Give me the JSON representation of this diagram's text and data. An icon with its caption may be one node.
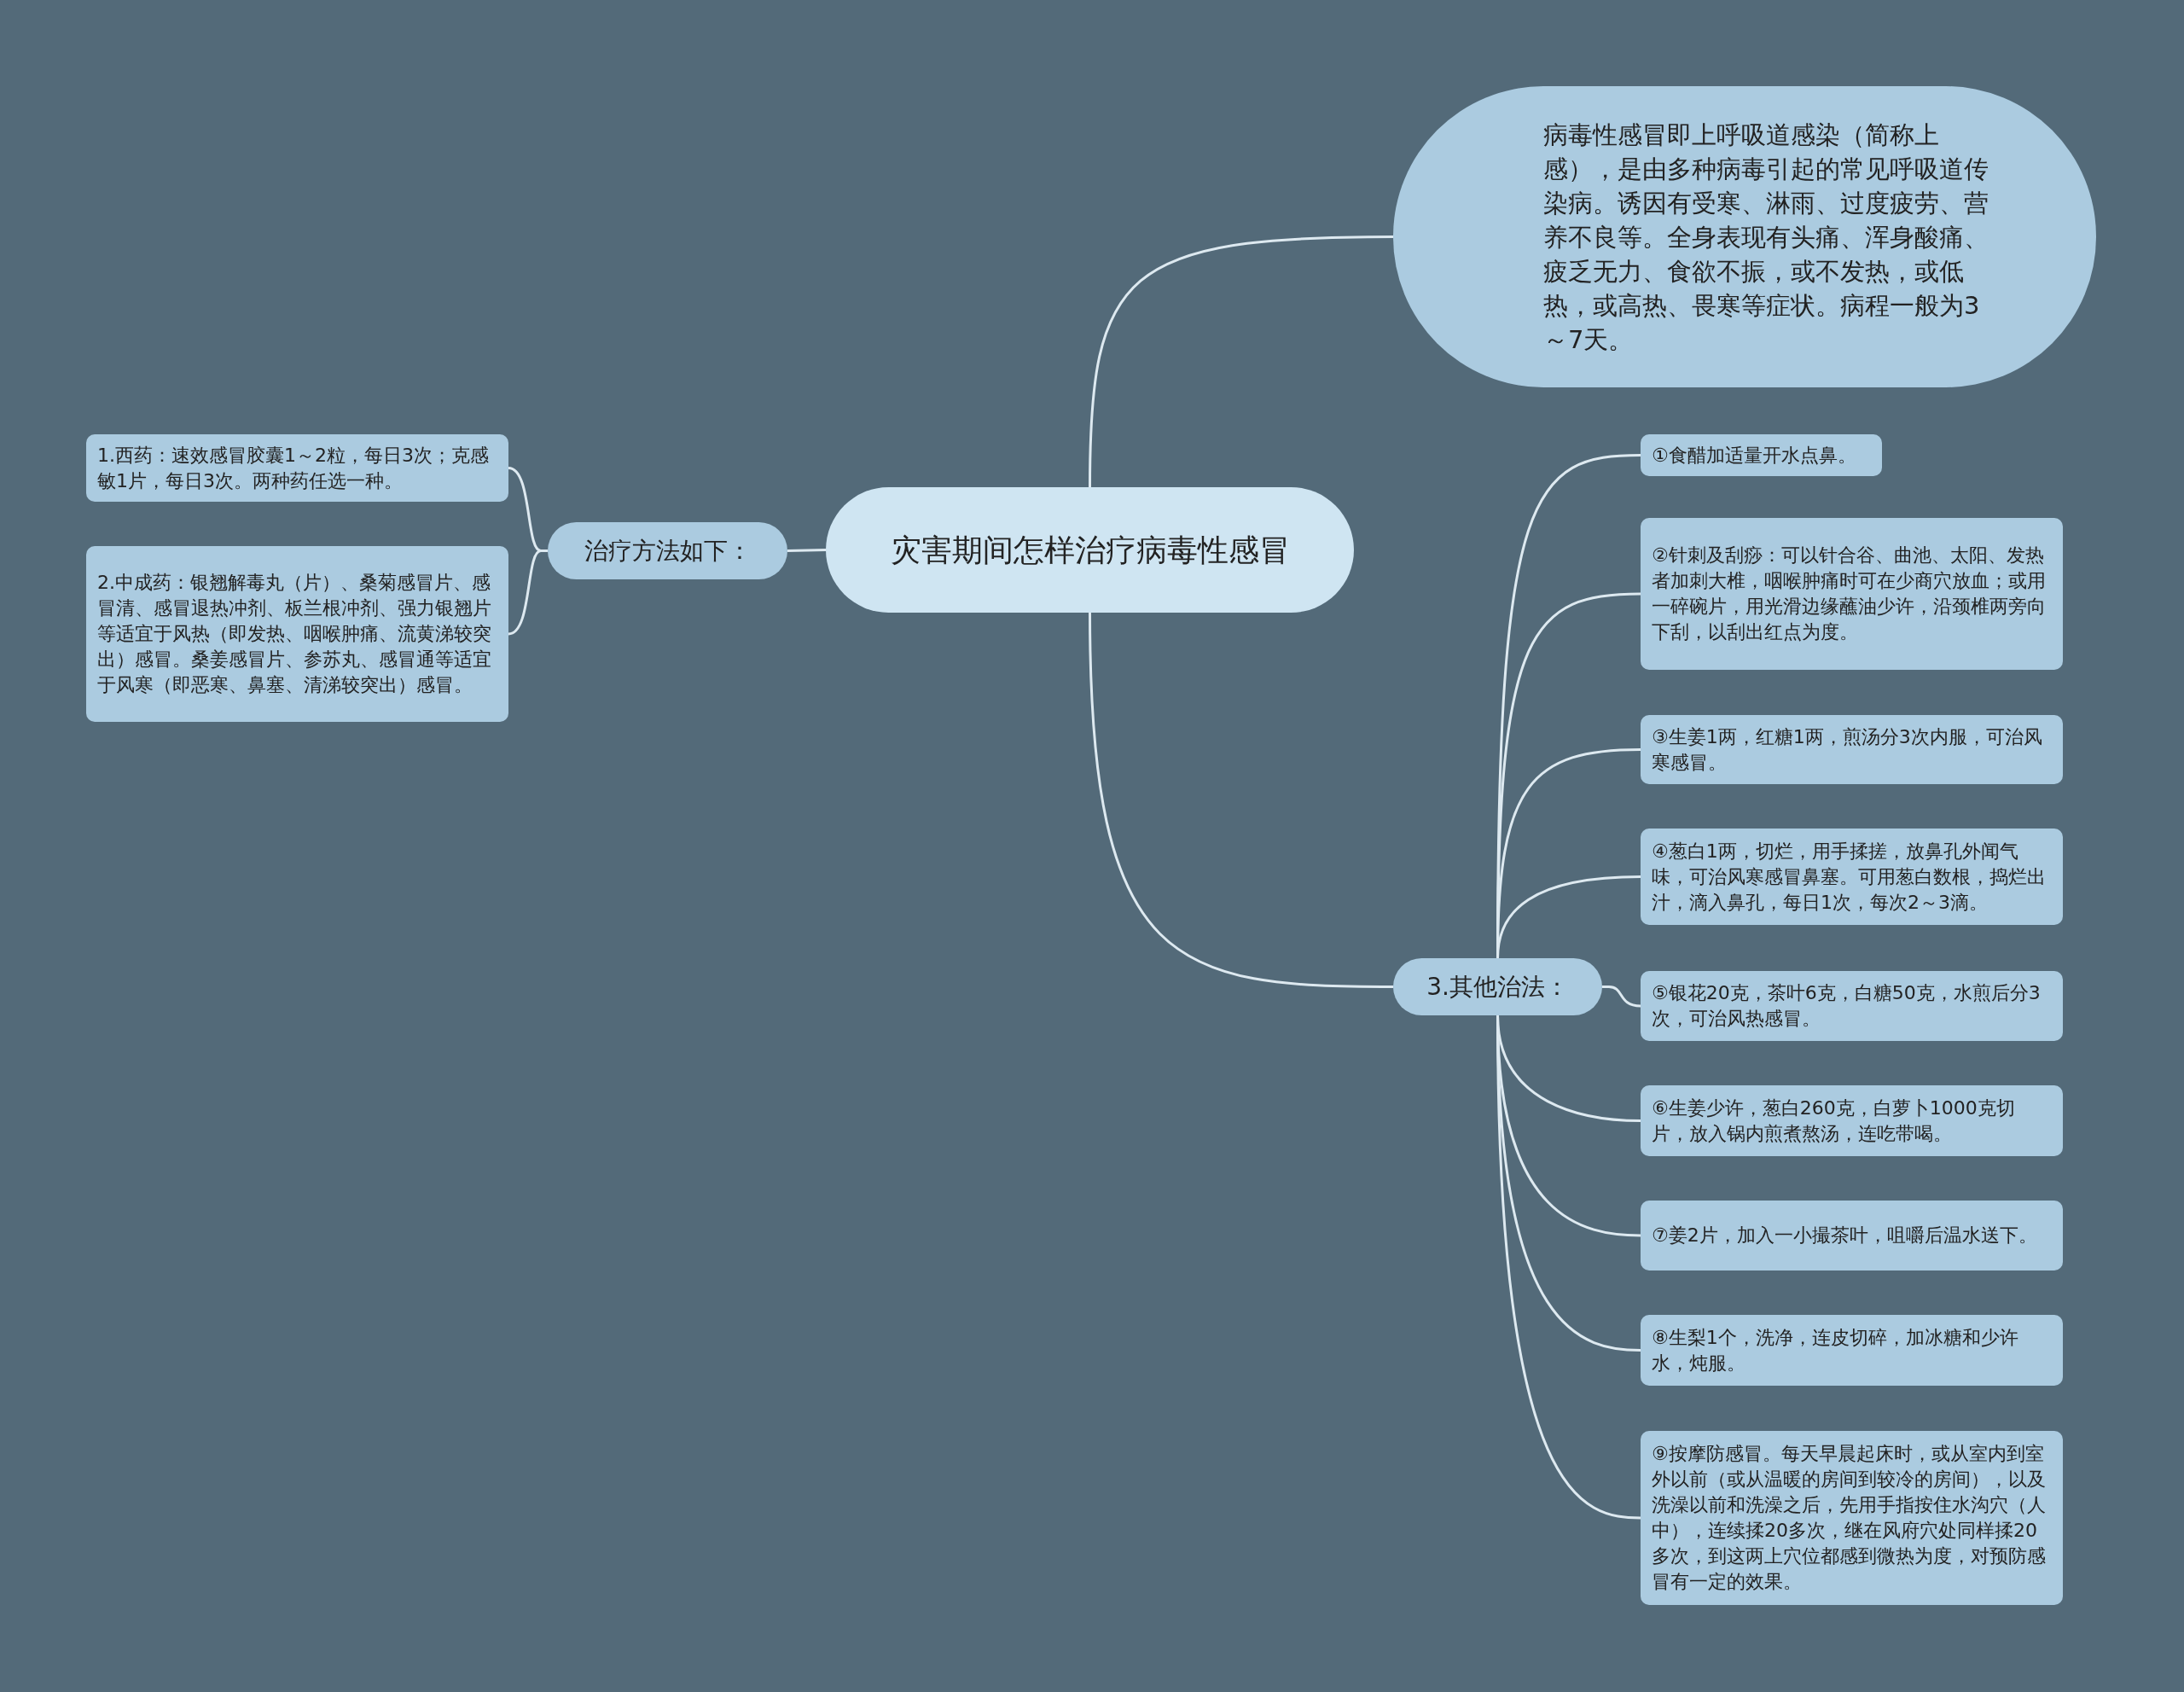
{
  "diagram": {
    "nodes": [
      {
        "text": [
          "灾害期间怎样治疗病毒性感冒"
        ]
      },
      {
        "text": [
          "病毒性感冒即上呼吸道感染（简称上感），是由多种病毒引起的常见呼吸道传染病。诱因有受寒、淋雨、过度疲劳、营养不良等。全身表现有头痛、浑身酸痛、疲乏无力、食欲不振，或不发热，或低热，或高热、畏寒等症状。病程一般为3～7天。"
        ]
      },
      {
        "text": [
          "治疗方法如下："
        ]
      },
      {
        "text": [
          "1.西药：速效感冒胶囊1～2粒，每日3次；克感敏1片，每日3次。两种药任选一种。"
        ]
      },
      {
        "text": [
          "2.中成药：银翘解毒丸（片）、桑菊感冒片、感冒清、感冒退热冲剂、板兰根冲剂、强力银翘片等适宜于风热（即发热、咽喉肿痛、流黄涕较突出）感冒。桑姜感冒片、参苏丸、感冒通等适宜于风寒（即恶寒、鼻塞、清涕较突出）感冒。"
        ]
      },
      {
        "text": [
          "3.其他治法："
        ]
      },
      {
        "text": [
          "①食醋加适量开水点鼻。"
        ]
      },
      {
        "text": [
          "②针刺及刮痧：可以针合谷、曲池、太阳、发热者加刺大椎，咽喉肿痛时可在少商穴放血；或用一碎碗片，用光滑边缘蘸油少许，沿颈椎两旁向下刮，以刮出红点为度。"
        ]
      },
      {
        "text": [
          "③生姜1两，红糖1两，煎汤分3次内服，可治风寒感冒。"
        ]
      },
      {
        "text": [
          "④葱白1两，切烂，用手揉搓，放鼻孔外闻气味，可治风寒感冒鼻塞。可用葱白数根，捣烂出汁，滴入鼻孔，每日1次，每次2～3滴。"
        ]
      },
      {
        "text": [
          "⑤银花20克，茶叶6克，白糖50克，水煎后分3次，可治风热感冒。"
        ]
      },
      {
        "text": [
          "⑥生姜少许，葱白260克，白萝卜1000克切片，放入锅内煎煮熬汤，连吃带喝。"
        ]
      },
      {
        "text": [
          "⑦姜2片，加入一小撮茶叶，咀嚼后温水送下。"
        ]
      },
      {
        "text": [
          "⑧生梨1个，洗净，连皮切碎，加冰糖和少许水，炖服。"
        ]
      },
      {
        "text": [
          "⑨按摩防感冒。每天早晨起床时，或从室内到室外以前（或从温暖的房间到较冷的房间），以及洗澡以前和洗澡之后，先用手指按住水沟穴（人中），连续揉20多次，继在风府穴处同样揉20多次，到这两上穴位都感到微热为度，对预防感冒有一定的效果。"
        ]
      }
    ],
    "edges": [
      {
        "from": 0,
        "to": 1,
        "arrow": "none"
      },
      {
        "from": 0,
        "to": 2,
        "arrow": "none"
      },
      {
        "from": 0,
        "to": 5,
        "arrow": "none"
      },
      {
        "from": 2,
        "to": 3,
        "arrow": "none"
      },
      {
        "from": 2,
        "to": 4,
        "arrow": "none"
      },
      {
        "from": 5,
        "to": 6,
        "arrow": "none"
      },
      {
        "from": 5,
        "to": 7,
        "arrow": "none"
      },
      {
        "from": 5,
        "to": 8,
        "arrow": "none"
      },
      {
        "from": 5,
        "to": 9,
        "arrow": "none"
      },
      {
        "from": 5,
        "to": 10,
        "arrow": "none"
      },
      {
        "from": 5,
        "to": 11,
        "arrow": "none"
      },
      {
        "from": 5,
        "to": 12,
        "arrow": "none"
      },
      {
        "from": 5,
        "to": 13,
        "arrow": "none"
      },
      {
        "from": 5,
        "to": 14,
        "arrow": "none"
      }
    ]
  }
}
